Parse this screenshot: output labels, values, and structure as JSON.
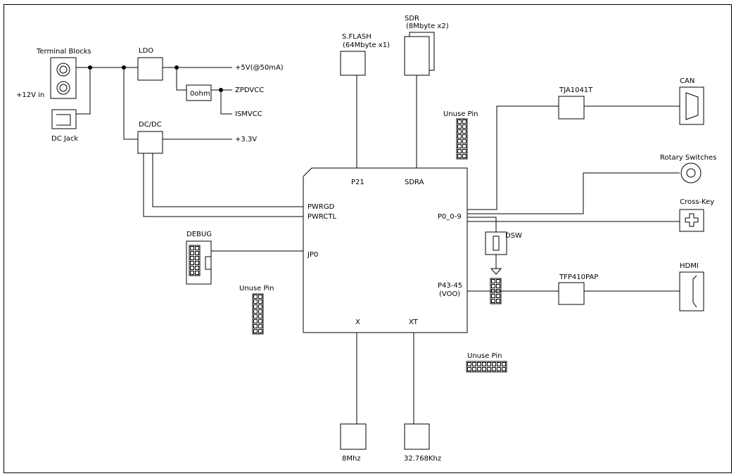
{
  "labels": {
    "terminal_blocks": "Terminal Blocks",
    "plus12v_in": "+12V in",
    "dc_jack": "DC Jack",
    "ldo": "LDO",
    "plus5v": "+5V(@50mA)",
    "zero_ohm": "0ohm",
    "zpdvcc": "ZPDVCC",
    "ismvcc": "ISMVCC",
    "dcdc": "DC/DC",
    "plus3v3": "+3.3V",
    "sflash_title": "S.FLASH",
    "sflash_sub": "(64Mbyte x1)",
    "sdr_title": "SDR",
    "sdr_sub": "(8Mbyte x2)",
    "unuse_pin_top": "Unuse Pin",
    "tja": "TJA1041T",
    "can": "CAN",
    "rotary": "Rotary Switches",
    "crosskey": "Cross-Key",
    "dsw": "DSW",
    "tfp": "TFP410PAP",
    "hdmi": "HDMI",
    "debug": "DEBUG",
    "unuse_pin_left": "Unuse Pin",
    "unuse_pin_bottom": "Unuse Pin",
    "mhz8": "8Mhz",
    "khz32": "32.768Khz",
    "mcu_p21": "P21",
    "mcu_sdra": "SDRA",
    "mcu_pwrgd": "PWRGD",
    "mcu_pwrctl": "PWRCTL",
    "mcu_p0": "P0_0-9",
    "mcu_jp0": "JP0",
    "mcu_p43": "P43-45",
    "mcu_voo": "(VOO)",
    "mcu_x": "X",
    "mcu_xt": "XT"
  },
  "pin_headers": {
    "unuse_top": {
      "cols": 2,
      "rows": 8
    },
    "unuse_left": {
      "cols": 2,
      "rows": 8
    },
    "unuse_bottom": {
      "cols": 8,
      "rows": 2
    },
    "debug": {
      "cols": 2,
      "rows": 6
    },
    "tfp_header": {
      "cols": 2,
      "rows": 5
    }
  }
}
